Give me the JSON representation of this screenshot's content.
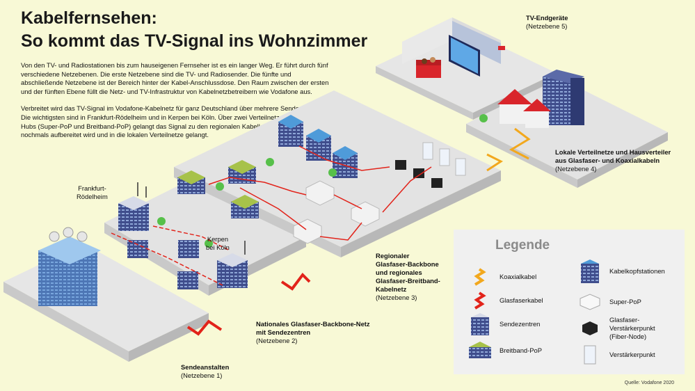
{
  "title": {
    "line1": "Kabelfernsehen:",
    "line2": "So kommt das TV-Signal ins Wohnzimmer"
  },
  "intro": {
    "p1": "Von den TV- und Radiostationen bis zum hauseigenen Fernseher ist es ein langer Weg. Er führt durch fünf verschiedene Netzebenen. Die erste Netzebene sind die TV- und Radiosender. Die fünfte und abschließende Netzebene ist der Bereich hinter der Kabel-Anschlussdose. Den Raum zwischen der ersten und der fünften Ebene füllt die Netz- und TV-Infrastruktur von Kabelnetzbetreibern wie Vodafone aus.",
    "p2": "Verbreitet wird das TV-Signal im Vodafone-Kabelnetz für ganz Deutschland über mehrere Sendezentren. Die wichtigsten sind in Frankfurt-Rödelheim und in Kerpen bei Köln. Über zwei Verteilnetze und mehrere Hubs (Super-PoP und Breitband-PoP) gelangt das Signal zu den regionalen Kabelkopfstellen, wo es nochmals aufbereitet wird und in die lokalen Verteilnetze gelangt."
  },
  "labels": {
    "tv": {
      "title": "TV-Endgeräte",
      "level": "(Netzebene 5)"
    },
    "local": {
      "title1": "Lokale Verteilnetze und Hausverteiler",
      "title2": "aus Glasfaser- und Koaxialkabeln",
      "level": "(Netzebene 4)"
    },
    "regional": {
      "title1": "Regionaler",
      "title2": "Glasfaser-Backbone",
      "title3": "und regionales",
      "title4": "Glasfaser-Breitband-",
      "title5": "Kabelnetz",
      "level": "(Netzebene 3)"
    },
    "national": {
      "title1": "Nationales Glasfaser-Backbone-Netz",
      "title2": "mit Sendezentren",
      "level": "(Netzebene 2)"
    },
    "sender": {
      "title": "Sendeanstalten",
      "level": "(Netzebene 1)"
    },
    "frankfurt": {
      "line1": "Frankfurt-",
      "line2": "Rödelheim"
    },
    "kerpen": {
      "line1": "Kerpen",
      "line2": "bei Köln"
    }
  },
  "legend": {
    "title": "Legende",
    "items": [
      {
        "label": "Koaxialkabel",
        "icon": "coax-cable-icon"
      },
      {
        "label": "Glasfaserkabel",
        "icon": "fiber-cable-icon"
      },
      {
        "label": "Sendezentren",
        "icon": "broadcast-center-icon"
      },
      {
        "label": "Breitband-PoP",
        "icon": "broadband-pop-icon"
      },
      {
        "label": "Kabelkopfstationen",
        "icon": "headend-icon"
      },
      {
        "label": "Super-PoP",
        "icon": "super-pop-icon"
      },
      {
        "label": "Glasfaser-Verstärkerpunkt",
        "label2": "(Fiber-Node)",
        "icon": "fiber-node-icon"
      },
      {
        "label": "Verstärkerpunkt",
        "icon": "amplifier-icon"
      }
    ]
  },
  "source": "Quelle: Vodafone 2020",
  "colors": {
    "background": "#f8f9d6",
    "platform": "#e4e5e6",
    "fiber": "#e2231a",
    "coax": "#f2a81d",
    "building": "#3f4d8c",
    "roof_red": "#d9252b",
    "roof_blue": "#4f9bd9",
    "roof_green": "#a7c24a",
    "tree": "#57c04a"
  }
}
